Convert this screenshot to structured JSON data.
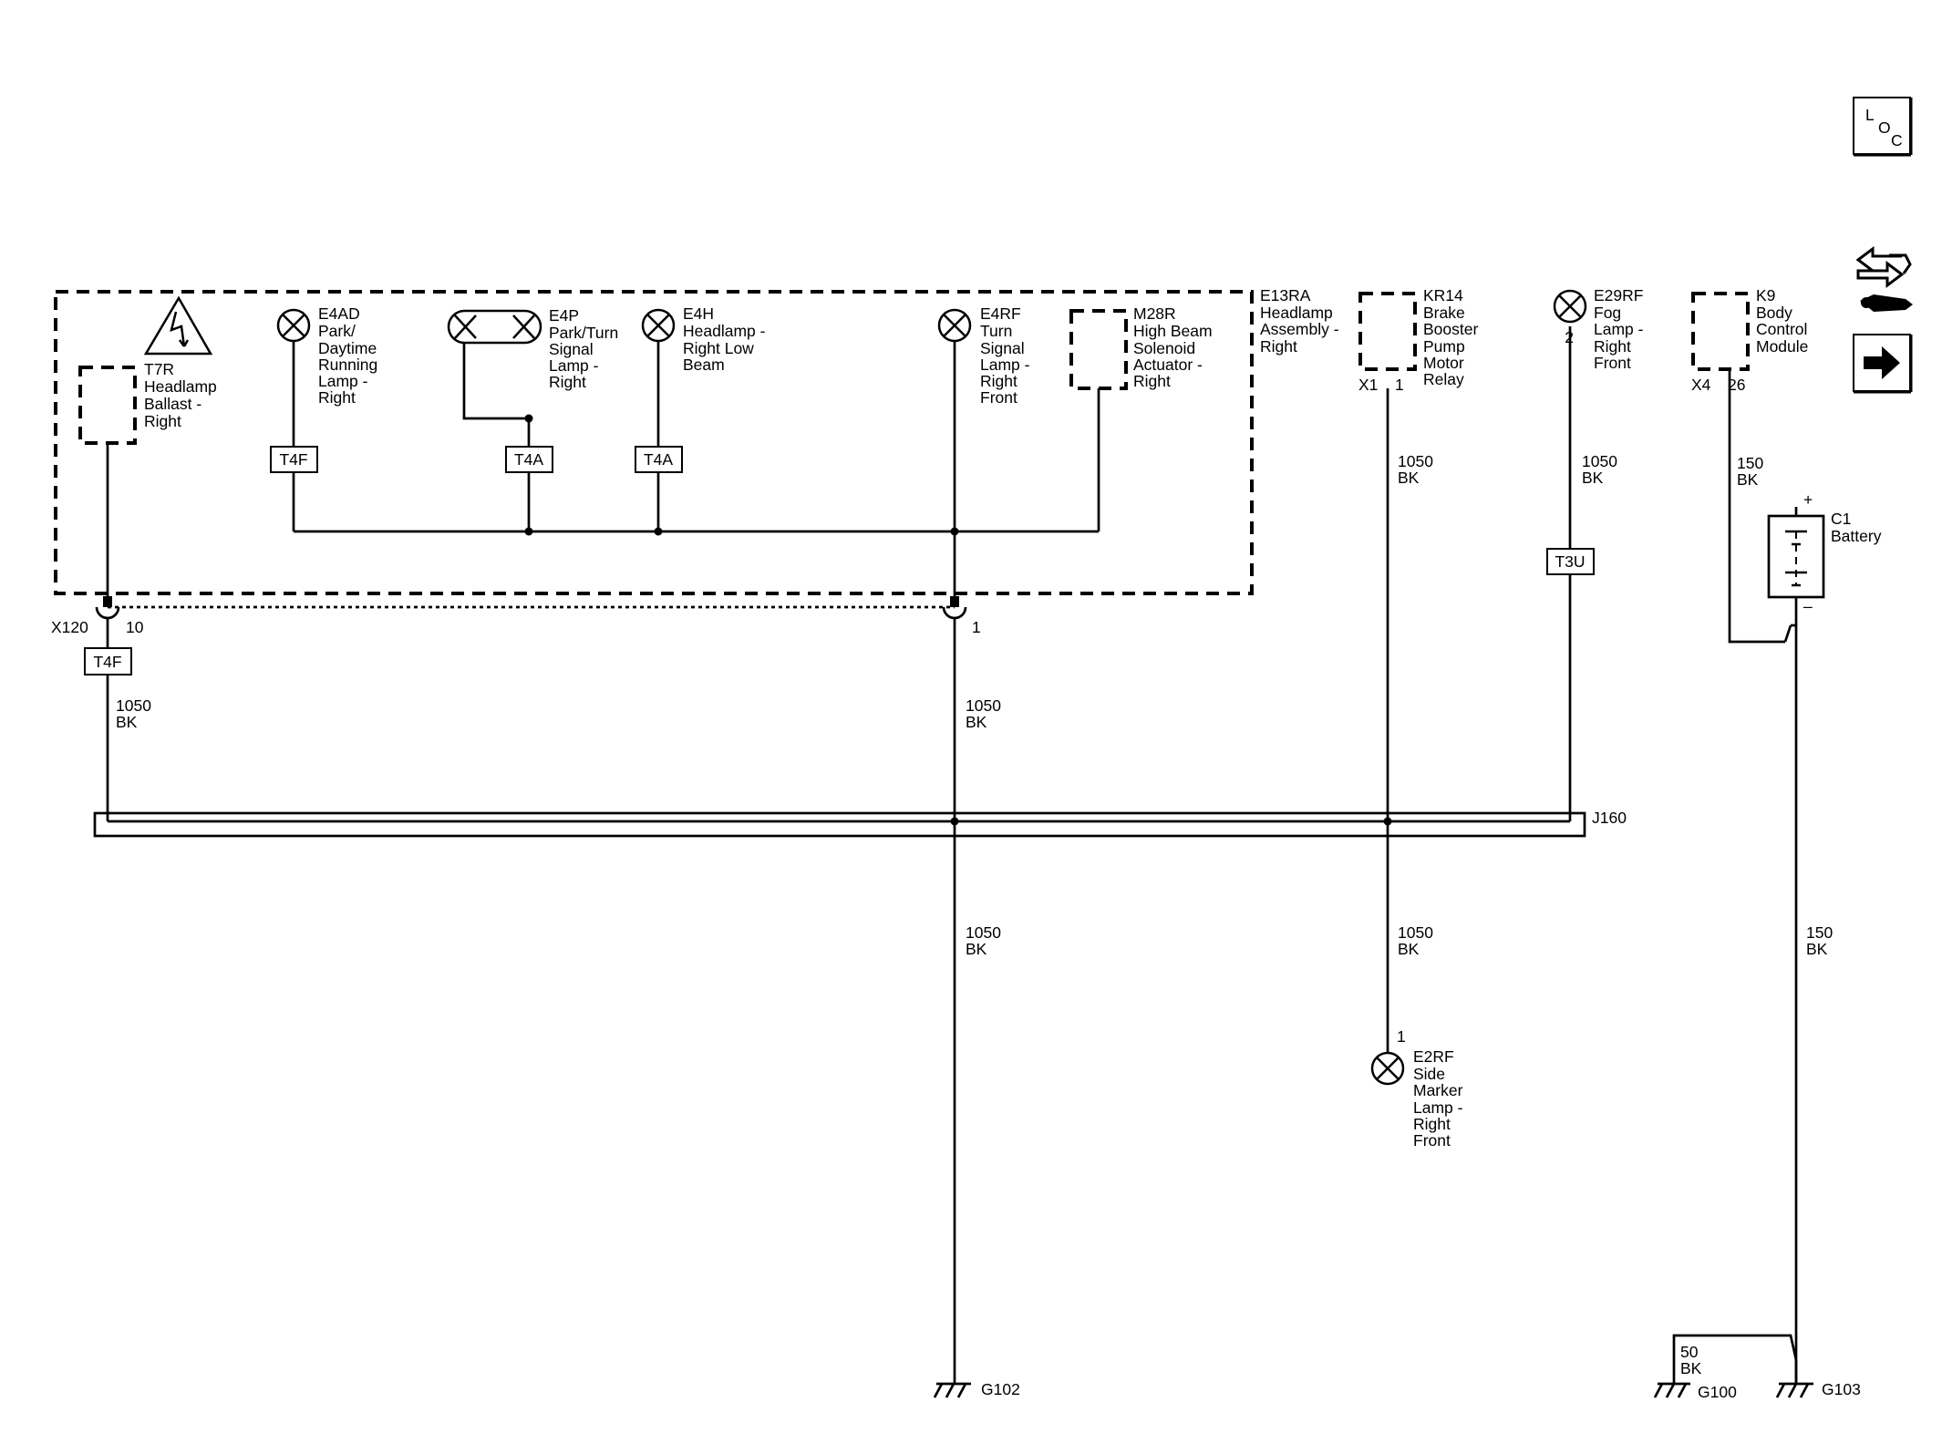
{
  "assembly": {
    "name": "E13RA",
    "lines": [
      "Headlamp",
      "Assembly -",
      "Right"
    ]
  },
  "components": {
    "t7r": {
      "name": "T7R",
      "lines": [
        "Headlamp",
        "Ballast -",
        "Right"
      ]
    },
    "e4ad": {
      "name": "E4AD",
      "lines": [
        "Park/",
        "Daytime",
        "Running",
        "Lamp -",
        "Right"
      ]
    },
    "e4p": {
      "name": "E4P",
      "lines": [
        "Park/Turn",
        "Signal",
        "Lamp -",
        "Right"
      ]
    },
    "e4h": {
      "name": "E4H",
      "lines": [
        "Headlamp -",
        "Right Low",
        "Beam"
      ]
    },
    "e4rf": {
      "name": "E4RF",
      "lines": [
        "Turn",
        "Signal",
        "Lamp -",
        "Right",
        "Front"
      ]
    },
    "m28r": {
      "name": "M28R",
      "lines": [
        "High Beam",
        "Solenoid",
        "Actuator -",
        "Right"
      ]
    },
    "kr14": {
      "name": "KR14",
      "lines": [
        "Brake",
        "Booster",
        "Pump",
        "Motor",
        "Relay"
      ]
    },
    "e29rf": {
      "name": "E29RF",
      "lines": [
        "Fog",
        "Lamp -",
        "Right",
        "Front"
      ]
    },
    "k9": {
      "name": "K9",
      "lines": [
        "Body",
        "Control",
        "Module"
      ]
    },
    "c1": {
      "name": "C1",
      "lines": [
        "Battery"
      ]
    },
    "e2rf": {
      "name": "E2RF",
      "lines": [
        "Side",
        "Marker",
        "Lamp -",
        "Right",
        "Front"
      ]
    }
  },
  "terminals": {
    "t4f_e4ad": "T4F",
    "t4a_e4p": "T4A",
    "t4a_e4h": "T4A",
    "t4f_x120": "T4F",
    "t3u_e29rf": "T3U"
  },
  "connectors": {
    "x120": "X120",
    "x120_pin_10": "10",
    "x120_pin_1": "1",
    "kr14_conn": "X1",
    "kr14_pin": "1",
    "e29rf_pin": "2",
    "k9_conn": "X4",
    "k9_pin": "26",
    "e2rf_pin": "1"
  },
  "wires": {
    "w_t7r": [
      "1050",
      "BK"
    ],
    "w_e4rf_upper": [
      "1050",
      "BK"
    ],
    "w_kr14": [
      "1050",
      "BK"
    ],
    "w_e29rf": [
      "1050",
      "BK"
    ],
    "w_k9": [
      "150",
      "BK"
    ],
    "w_g102": [
      "1050",
      "BK"
    ],
    "w_e2rf": [
      "1050",
      "BK"
    ],
    "w_g103": [
      "150",
      "BK"
    ],
    "w_g100": [
      "50",
      "BK"
    ]
  },
  "battery_marks": {
    "plus": "+",
    "minus": "–"
  },
  "splice": {
    "name": "J160"
  },
  "grounds": {
    "g102": "G102",
    "g100": "G100",
    "g103": "G103"
  },
  "toolbar": {
    "loc_letters": [
      "L",
      "O",
      "C"
    ],
    "connector_icon": "connector-repair-icon",
    "next_icon": "right-arrow-icon"
  }
}
